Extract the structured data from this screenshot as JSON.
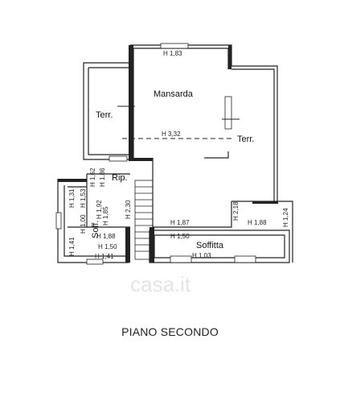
{
  "rooms": {
    "mansarda": "Mansarda",
    "terr_left": "Terr.",
    "terr_right": "Terr.",
    "ripostiglio": "Rip.",
    "soffitta": "Soffitta",
    "soff": "Soff."
  },
  "heights": {
    "h183": "H 1,83",
    "h332": "H 3,32",
    "h187": "H 1,87",
    "h150a": "H 1,50",
    "h103": "H 1,03",
    "h188a": "H 1,88",
    "h188b": "H 1,88",
    "h150b": "H 1,50",
    "h141a": "H 1,41",
    "h141b": "H 1,41",
    "h131": "H 1,31",
    "h153": "H 1,53",
    "h162": "H 1,62",
    "h186": "H 1,86",
    "h192": "H 1,92",
    "h230": "H 2,30",
    "h185": "H 1,85",
    "h218": "H 2,18",
    "h124": "H 1,24",
    "h100": "H 1,00"
  },
  "watermark": "casa.it",
  "footer_title": "PIANO SECONDO"
}
